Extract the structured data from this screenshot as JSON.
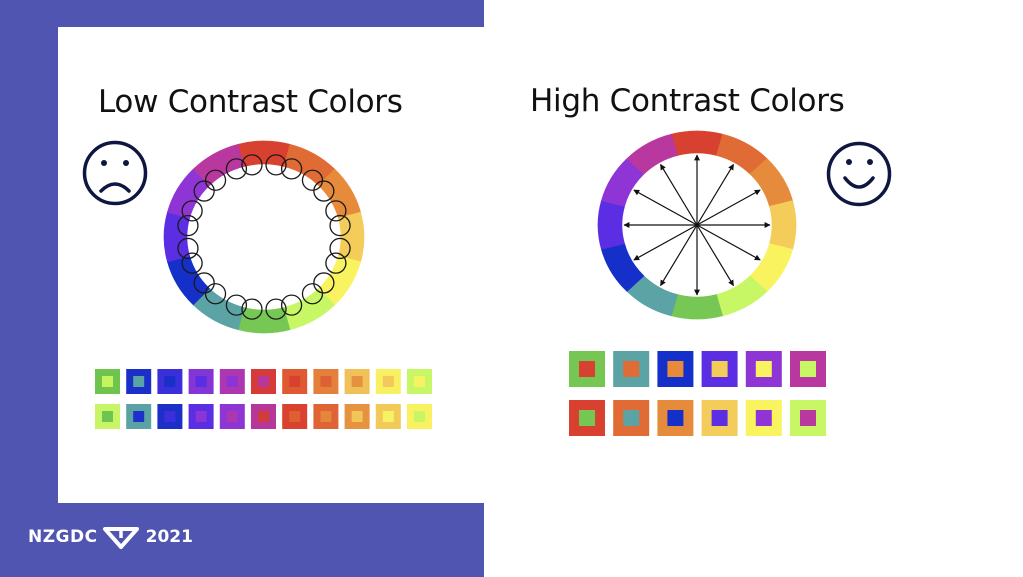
{
  "slide": {
    "left_title": "Low Contrast Colors",
    "right_title": "High Contrast Colors",
    "logo_text": "NZGDC",
    "year": "2021"
  },
  "colors": {
    "accent": "#4f55b1",
    "wheel": [
      "#d8402f",
      "#e06b34",
      "#e68b3b",
      "#f3cc5a",
      "#faf360",
      "#c8f765",
      "#76c753",
      "#5ba3a5",
      "#1530c8",
      "#5b2ee4",
      "#8f35d6",
      "#b8389f"
    ],
    "left_swatches_row1": [
      [
        "#6fc44e",
        "#c6f35e"
      ],
      [
        "#1b2fc9",
        "#5aa4a6"
      ],
      [
        "#3b2edb",
        "#1a2fc8"
      ],
      [
        "#8534d6",
        "#5a2ee2"
      ],
      [
        "#ac37b1",
        "#8d34d4"
      ],
      [
        "#d63b39",
        "#b7389d"
      ],
      [
        "#df5a32",
        "#d9412f"
      ],
      [
        "#e4803b",
        "#df6133"
      ],
      [
        "#f0c158",
        "#e6913f"
      ],
      [
        "#f7f161",
        "#f2c95a"
      ],
      [
        "#c7f764",
        "#f8f162"
      ]
    ],
    "left_swatches_row2": [
      [
        "#c7f565",
        "#6ec54f"
      ],
      [
        "#5ba2a5",
        "#1b31c9"
      ],
      [
        "#1c30c8",
        "#3c2edb"
      ],
      [
        "#5a2ee3",
        "#8a35d4"
      ],
      [
        "#8e35d5",
        "#ad37ac"
      ],
      [
        "#b43799",
        "#d43b3b"
      ],
      [
        "#d8422f",
        "#df5f33"
      ],
      [
        "#df6334",
        "#e4873c"
      ],
      [
        "#e6923f",
        "#f1c55a"
      ],
      [
        "#f2ca5a",
        "#f8f262"
      ],
      [
        "#f8f261",
        "#c7f565"
      ]
    ],
    "right_swatches_row1": [
      [
        "#75c653",
        "#d8402f"
      ],
      [
        "#5ba3a5",
        "#e06b34"
      ],
      [
        "#1530c8",
        "#e68b3b"
      ],
      [
        "#5b2ee4",
        "#f3cc5a"
      ],
      [
        "#8f35d6",
        "#faf360"
      ],
      [
        "#b8389f",
        "#c8f765"
      ]
    ],
    "right_swatches_row2": [
      [
        "#d8402f",
        "#75c653"
      ],
      [
        "#e06b34",
        "#5ba3a5"
      ],
      [
        "#e68b3b",
        "#1530c8"
      ],
      [
        "#f3cc5a",
        "#5b2ee4"
      ],
      [
        "#faf360",
        "#8f35d6"
      ],
      [
        "#c8f765",
        "#b8389f"
      ]
    ]
  },
  "icons": {
    "left": "sad-face-icon",
    "right": "smiley-face-icon",
    "logo": "nzgdc-logo-icon"
  }
}
